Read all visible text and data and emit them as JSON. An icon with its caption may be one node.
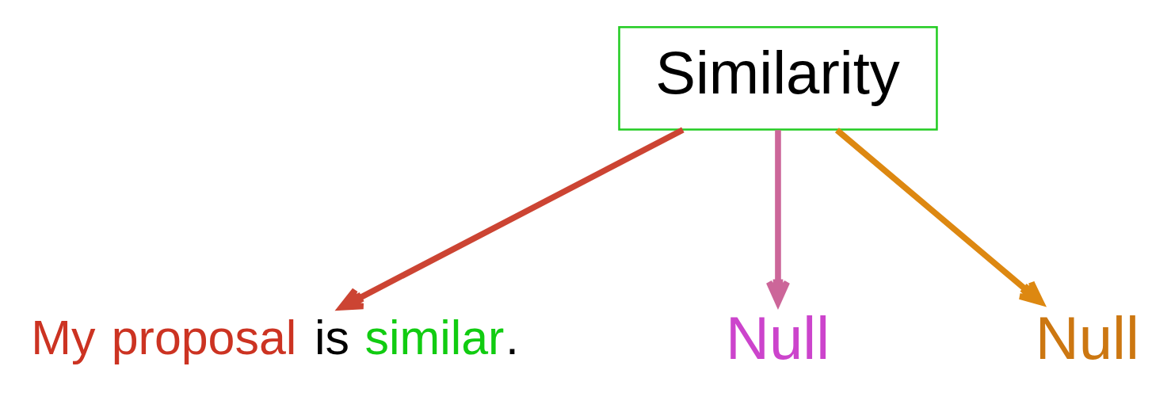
{
  "diagram": {
    "nodes": [
      {
        "text": [
          "Similarity"
        ]
      },
      {
        "text": [
          "My proposal is similar."
        ]
      },
      {
        "text": [
          "Null"
        ]
      },
      {
        "text": [
          "Null"
        ]
      }
    ],
    "edges": [
      {
        "from": 0,
        "to": 1,
        "arrow": "to",
        "color": "#cc4433"
      },
      {
        "from": 0,
        "to": 2,
        "arrow": "to",
        "color": "#cc6699"
      },
      {
        "from": 0,
        "to": 3,
        "arrow": "to",
        "color": "#dd8811"
      }
    ]
  }
}
